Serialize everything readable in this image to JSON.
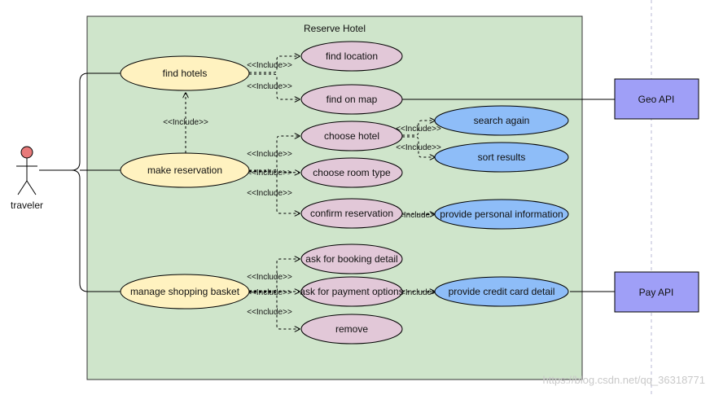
{
  "system": {
    "title": "Reserve Hotel"
  },
  "actor": {
    "label": "traveler"
  },
  "external_systems": {
    "geo_api": "Geo API",
    "pay_api": "Pay API"
  },
  "use_cases": {
    "find_hotels": "find hotels",
    "make_reservation": "make reservation",
    "manage_shopping_basket": "manage shopping basket",
    "find_location": "find location",
    "find_on_map": "find on map",
    "choose_hotel": "choose hotel",
    "choose_room_type": "choose room type",
    "confirm_reservation": "confirm reservation",
    "ask_for_booking_detail": "ask for booking detail",
    "ask_for_payment_options": "ask for payment options",
    "remove": "remove",
    "search_again": "search again",
    "sort_results": "sort results",
    "provide_personal_information": "provide personal information",
    "provide_credit_card_detail": "provide credit card detail"
  },
  "relation": {
    "include": "<<Include>>",
    "include_main": "<<Include>>"
  },
  "watermark": "https://blog.csdn.net/qq_36318771",
  "colors": {
    "system_fill": "#cfe5cb",
    "primary_uc": "#fff2c0",
    "secondary_uc": "#e2c8d8",
    "tertiary_uc": "#8ebdf8",
    "api_box": "#9f9ff7",
    "actor_head": "#e87a7a"
  }
}
